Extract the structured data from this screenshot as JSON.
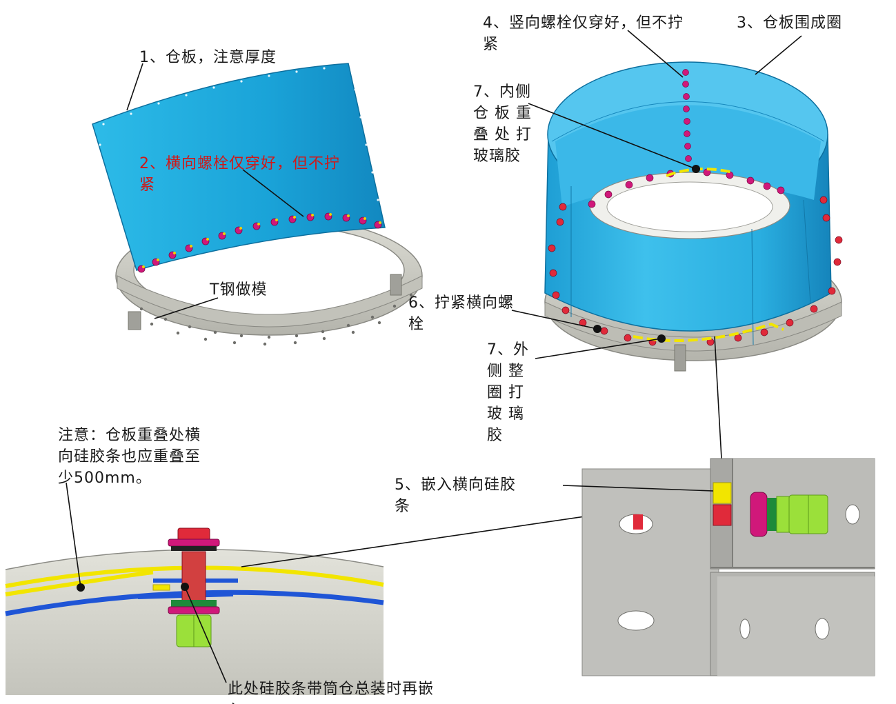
{
  "colors": {
    "panel_blue": "#1da6dc",
    "panel_inner": "#3fbcea",
    "steel_grey": "#c8c8c0",
    "sealant_yellow": "#f2e500",
    "sealant_blue": "#1f55d6",
    "bolt_magenta": "#d0187a",
    "bolt_red": "#e02a3a",
    "nut_green": "#9be03a",
    "label_red": "#d01818"
  },
  "labels": {
    "panel": "1、仓板，注意厚度",
    "h_bolt": "2、横向螺栓仅穿好，但不拧\n紧",
    "t_steel": "T钢做模",
    "ring": "3、仓板围成圈",
    "v_bolt": "4、竖向螺栓仅穿好，但不拧\n紧",
    "inner_glue": "7、内侧\n仓 板 重\n叠 处 打\n玻璃胶",
    "tighten": "6、拧紧横向螺\n栓",
    "outer_glue": "7、外\n侧 整\n圈 打\n玻 璃\n胶",
    "embed_strip": "5、嵌入横向硅胶\n条",
    "overlap_note": "注意：仓板重叠处横\n向硅胶条也应重叠至\n少500mm。",
    "later_embed": "此处硅胶条带筒仓总装时再嵌\n入"
  }
}
